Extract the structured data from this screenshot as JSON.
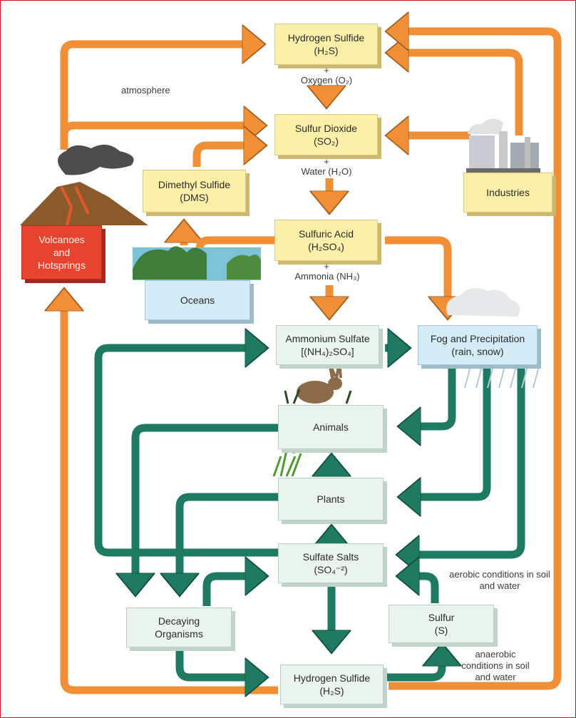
{
  "colors": {
    "cycle_arrow": "#f08f36",
    "bio_arrow": "#1e7b61",
    "frame": "#c4161c"
  },
  "nodes": {
    "h2s_atm": {
      "line1": "Hydrogen Sulfide",
      "line2": "(H₂S)"
    },
    "so2": {
      "line1": "Sulfur Dioxide",
      "line2": "(SO₂)"
    },
    "dms": {
      "line1": "Dimethyl Sulfide",
      "line2": "(DMS)"
    },
    "industries": {
      "line1": "Industries"
    },
    "volcanoes": {
      "line1": "Volcanoes",
      "line2": "and",
      "line3": "Hotsprings"
    },
    "sulfuric": {
      "line1": "Sulfuric Acid",
      "line2": "(H₂SO₄)"
    },
    "oceans": {
      "line1": "Oceans"
    },
    "ammonium": {
      "line1": "Ammonium Sulfate",
      "line2": "[(NH₄)₂SO₄]"
    },
    "fog": {
      "line1": "Fog and Precipitation",
      "line2": "(rain, snow)"
    },
    "animals": {
      "line1": "Animals"
    },
    "plants": {
      "line1": "Plants"
    },
    "sulfate_salts": {
      "line1": "Sulfate Salts",
      "line2": "(SO₄⁻²)"
    },
    "decaying": {
      "line1": "Decaying",
      "line2": "Organisms"
    },
    "sulfur": {
      "line1": "Sulfur",
      "line2": "(S)"
    },
    "h2s_soil": {
      "line1": "Hydrogen Sulfide",
      "line2": "(H₂S)"
    }
  },
  "labels": {
    "atmosphere": "atmosphere",
    "plus_oxygen": "+",
    "oxygen": "Oxygen (O₂)",
    "plus_water": "+",
    "water": "Water (H₂O)",
    "plus_ammonia": "+",
    "ammonia": "Ammonia (NH₃)",
    "aerobic": "aerobic conditions in soil and water",
    "anaerobic": "anaerobic conditions in soil and water"
  }
}
